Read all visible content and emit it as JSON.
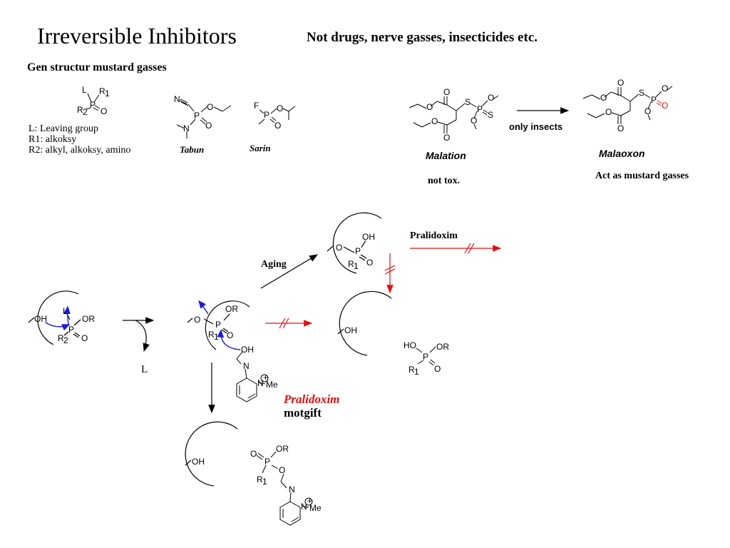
{
  "header": {
    "title": "Irreversible Inhibitors",
    "subtitle": "Not drugs, nerve gasses, insecticides etc."
  },
  "general": {
    "heading": "Gen structur mustard gasses",
    "legend_lines": [
      "L: Leaving group",
      "R1: alkoksy",
      "R2: alkyl, alkoksy, amino"
    ]
  },
  "compounds": {
    "tabun": "Tabun",
    "sarin": "Sarin",
    "malation": "Malation",
    "malation_note": "not tox.",
    "malaoxon": "Malaoxon",
    "malaoxon_note": "Act as mustard gasses",
    "conversion_label": "only insects"
  },
  "mechanism": {
    "aging_label": "Aging",
    "pralidoxim_label_top": "Pralidoxim",
    "leaving_group": "L",
    "antidote_name": "Pralidoxim",
    "antidote_caption": "motgift"
  },
  "colors": {
    "arrow_black": "#000000",
    "arrow_blue": "#1a1adb",
    "inhibited_red": "#e01010",
    "antidote_red": "#e01010"
  }
}
